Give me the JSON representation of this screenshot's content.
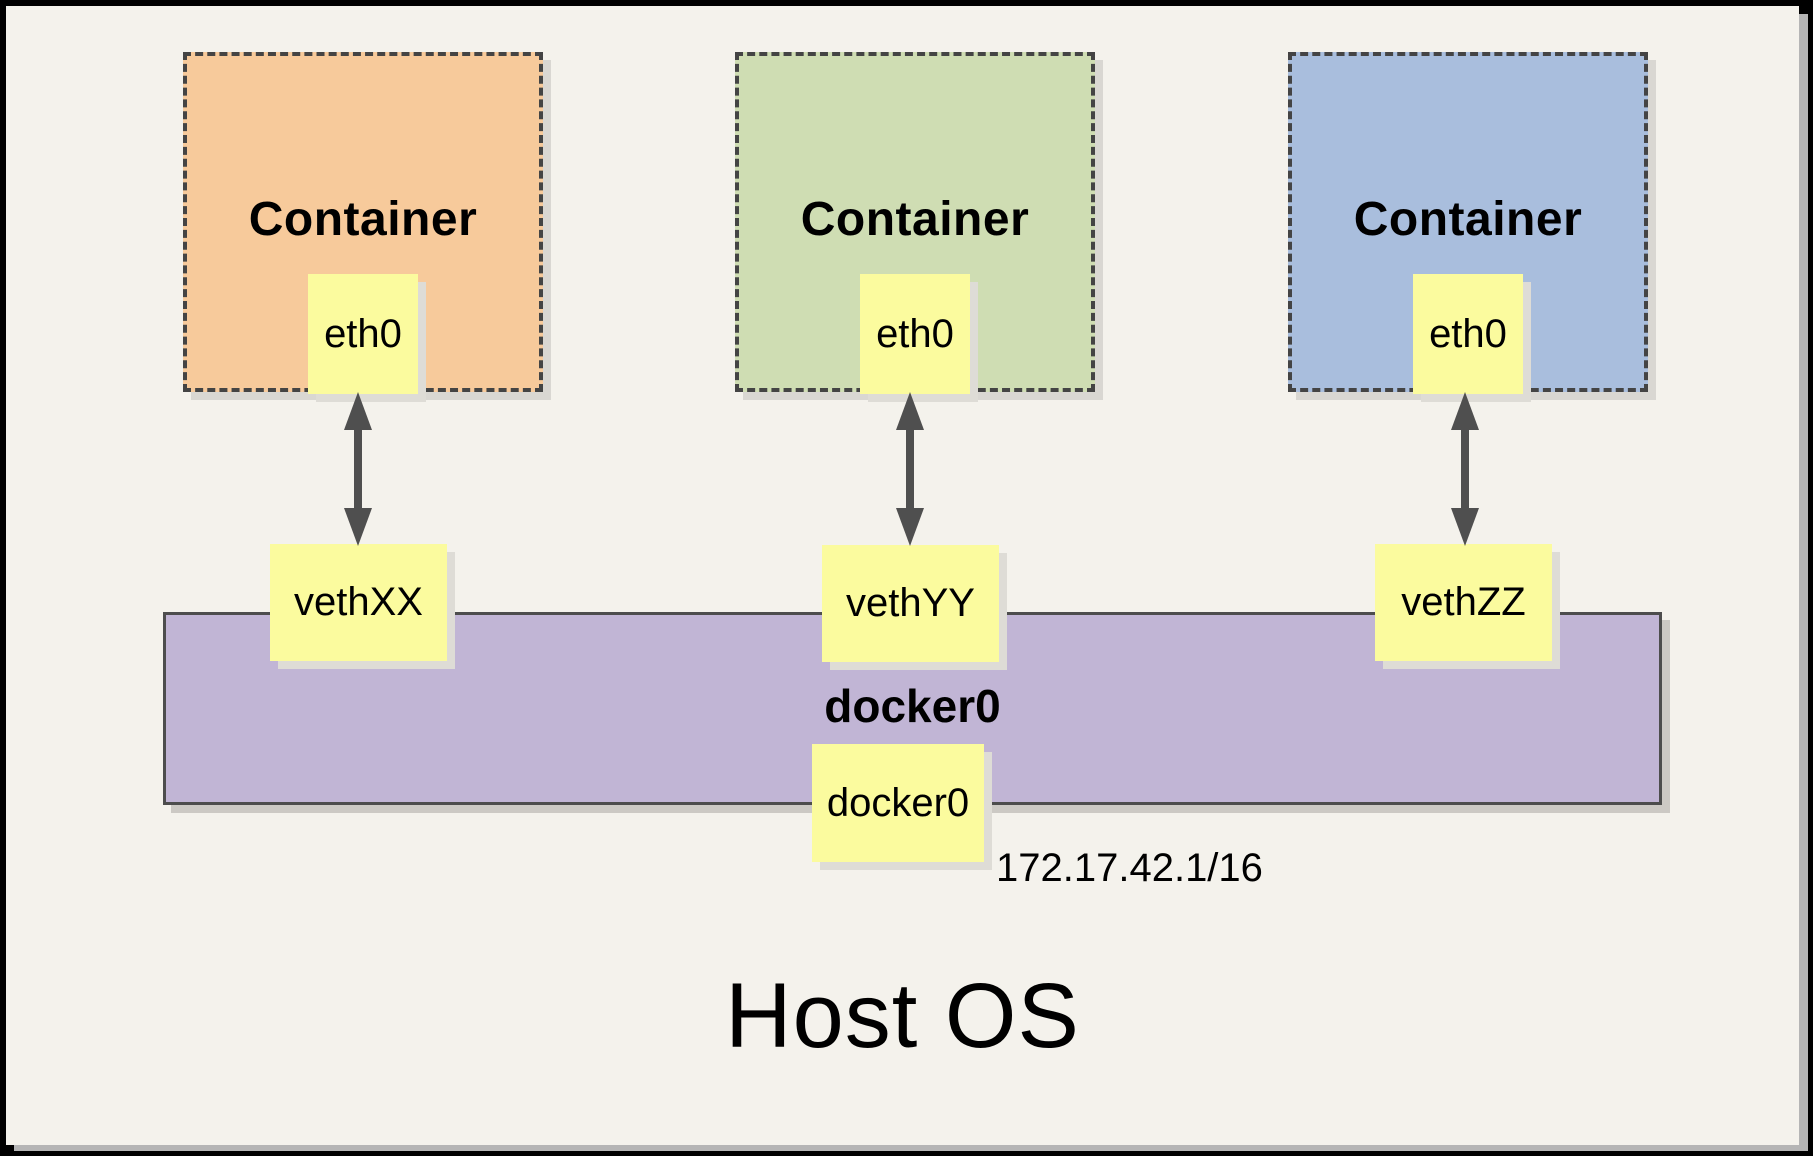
{
  "colors": {
    "frame": "#000000",
    "panel_background": "#f4f2ec",
    "panel_shadow": "#b5b5b5",
    "container_orange": "#f7ca9b",
    "container_green": "#cfddb3",
    "container_blue": "#a9bedd",
    "interface_yellow": "#fbfb9e",
    "bridge_purple": "#c1b5d5",
    "dashed_border": "#444444",
    "arrow": "#4f4f4f"
  },
  "containers": [
    {
      "label": "Container",
      "interface": "eth0",
      "veth": "vethXX",
      "color": "#f7ca9b"
    },
    {
      "label": "Container",
      "interface": "eth0",
      "veth": "vethYY",
      "color": "#cfddb3"
    },
    {
      "label": "Container",
      "interface": "eth0",
      "veth": "vethZZ",
      "color": "#a9bedd"
    }
  ],
  "bridge": {
    "name": "docker0",
    "interface": "docker0",
    "ip": "172.17.42.1/16",
    "color": "#c1b5d5"
  },
  "host": {
    "label": "Host OS"
  }
}
